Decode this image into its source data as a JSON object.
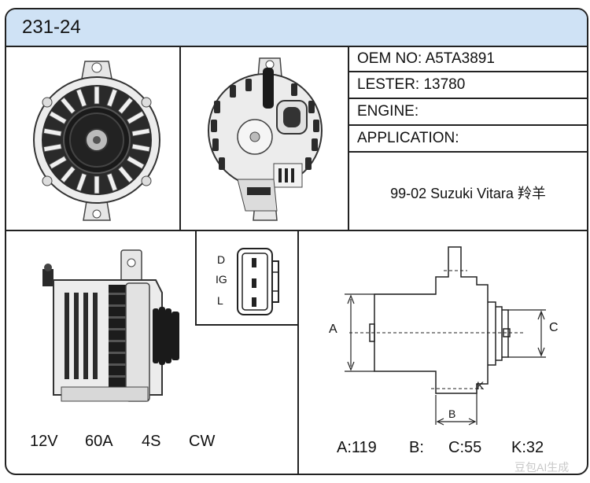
{
  "header": {
    "title": "231-24"
  },
  "info": {
    "oem": "OEM NO: A5TA3891",
    "lester": "LESTER: 13780",
    "engine": "ENGINE:",
    "application": "APPLICATION:",
    "application_value": "99-02 Suzuki Vitara 羚羊"
  },
  "connector": {
    "pins": [
      "D",
      "IG",
      "L"
    ]
  },
  "specs": {
    "voltage": "12V",
    "amperage": "60A",
    "pulley": "4S",
    "rotation": "CW"
  },
  "dimensions": {
    "a": "A:119",
    "b": "B:",
    "c": "C:55",
    "k": "K:32",
    "label_a": "A",
    "label_b": "B",
    "label_c": "C",
    "label_k": "K"
  },
  "watermark": "豆包AI生成"
}
